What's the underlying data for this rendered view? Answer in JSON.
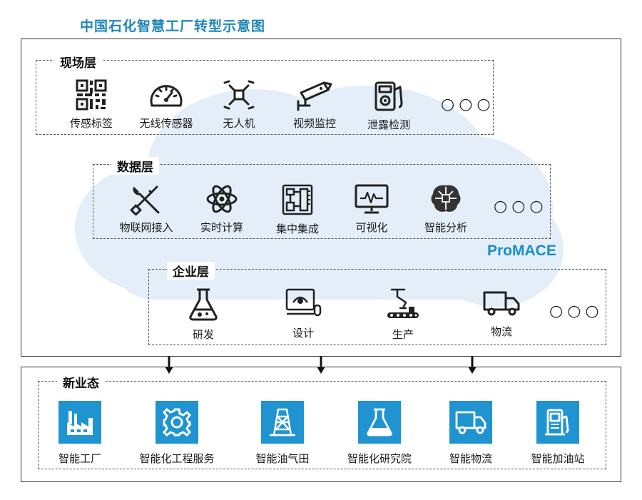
{
  "title": "中国石化智慧工厂转型示意图",
  "brand": "ProMACE",
  "colors": {
    "accent": "#1f86b8",
    "cloud": "#e3eef9",
    "tile": "#2094d1"
  },
  "field_layer": {
    "label": "现场层",
    "items": [
      {
        "label": "传感标签",
        "icon": "qr-code-icon"
      },
      {
        "label": "无线传感器",
        "icon": "gauge-icon"
      },
      {
        "label": "无人机",
        "icon": "drone-icon"
      },
      {
        "label": "视频监控",
        "icon": "cctv-camera-icon"
      },
      {
        "label": "泄露检测",
        "icon": "leak-detector-icon"
      }
    ],
    "more": "○○○"
  },
  "data_layer": {
    "label": "数据层",
    "items": [
      {
        "label": "物联网接入",
        "icon": "tools-icon"
      },
      {
        "label": "实时计算",
        "icon": "atom-icon"
      },
      {
        "label": "集中集成",
        "icon": "circuit-board-icon"
      },
      {
        "label": "可视化",
        "icon": "monitor-chart-icon"
      },
      {
        "label": "智能分析",
        "icon": "brain-chip-icon"
      }
    ],
    "more": "○○○"
  },
  "enterprise_layer": {
    "label": "企业层",
    "items": [
      {
        "label": "研发",
        "icon": "flask-icon"
      },
      {
        "label": "设计",
        "icon": "design-screen-icon"
      },
      {
        "label": "生产",
        "icon": "robot-arm-icon"
      },
      {
        "label": "物流",
        "icon": "truck-icon"
      }
    ],
    "more": "○○○"
  },
  "new_business": {
    "label": "新业态",
    "items": [
      {
        "label": "智能工厂",
        "icon": "factory-icon"
      },
      {
        "label": "智能化工程服务",
        "icon": "gear-icon"
      },
      {
        "label": "智能油气田",
        "icon": "oil-derrick-icon"
      },
      {
        "label": "智能化研究院",
        "icon": "flask-icon"
      },
      {
        "label": "智能物流",
        "icon": "truck-icon"
      },
      {
        "label": "智能加油站",
        "icon": "fuel-pump-icon"
      }
    ]
  }
}
